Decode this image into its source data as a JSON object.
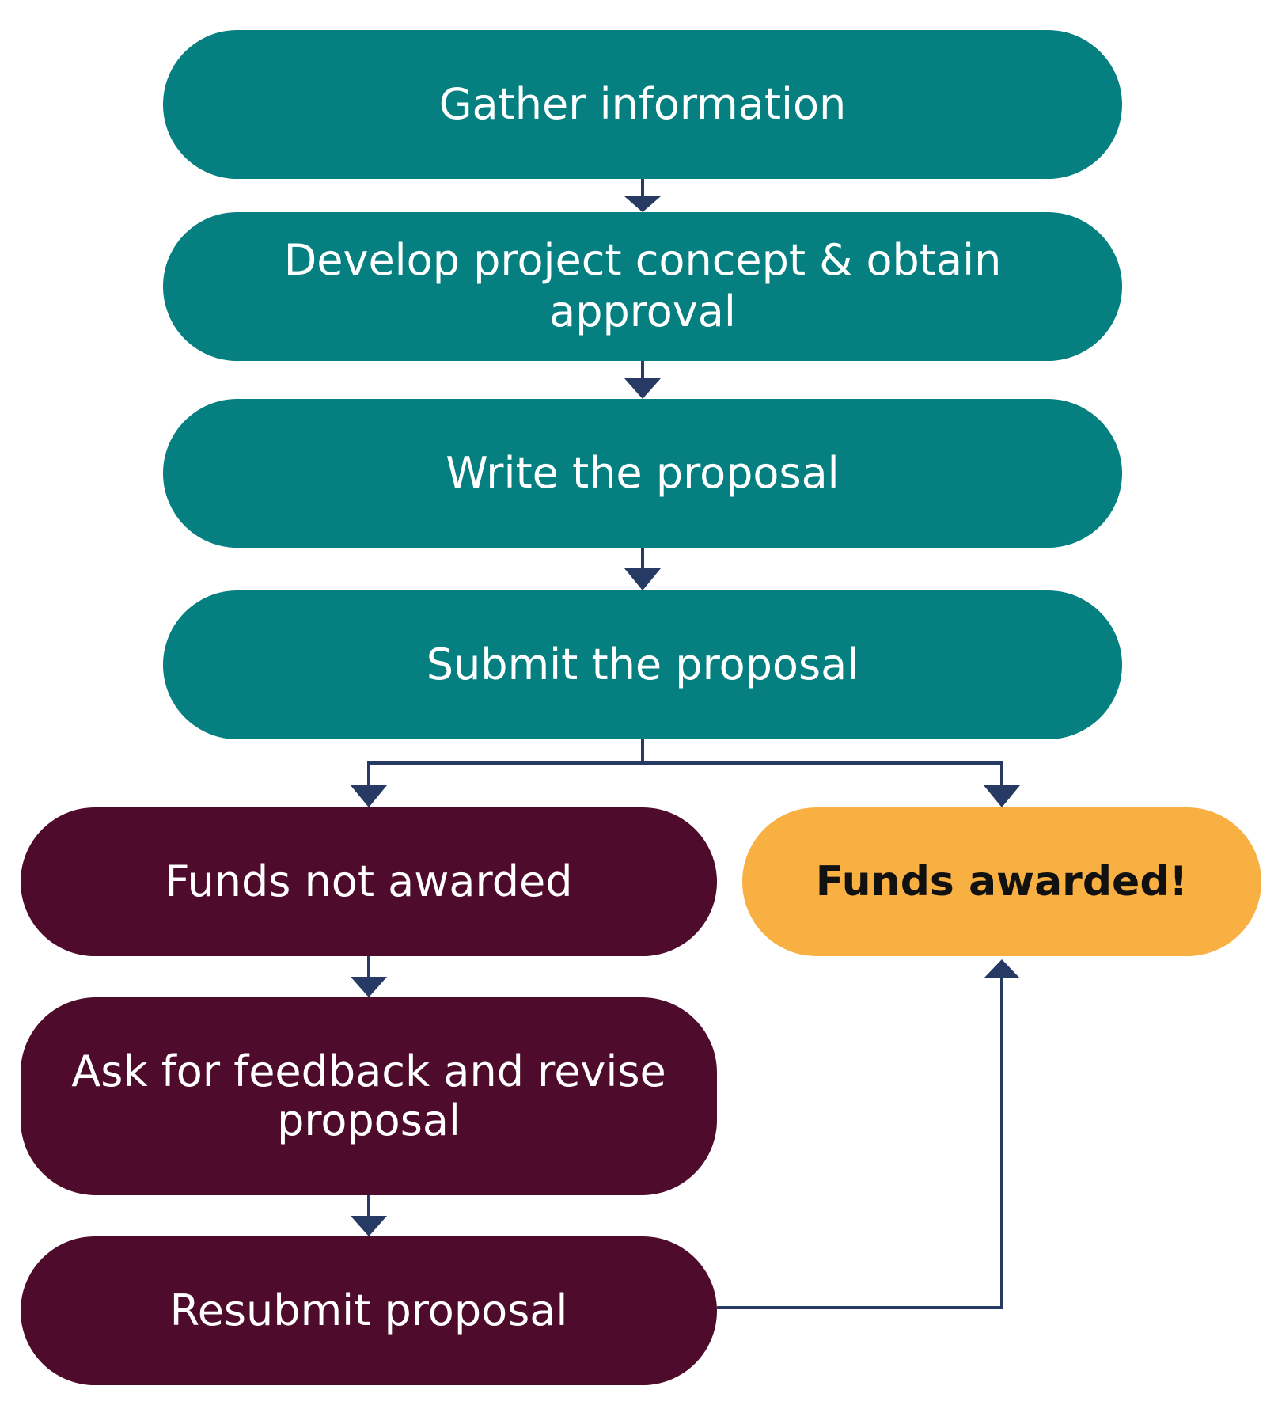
{
  "colors": {
    "primary_step": "#057f80",
    "not_awarded_path": "#4f0b2c",
    "awarded": "#f8b043",
    "connector": "#273a63"
  },
  "nodes": {
    "gather": "Gather information",
    "develop": "Develop project concept & obtain approval",
    "write": "Write the proposal",
    "submit": "Submit the proposal",
    "not_awarded": "Funds not awarded",
    "feedback": "Ask for feedback and revise proposal",
    "resubmit": "Resubmit proposal",
    "awarded": "Funds awarded!"
  },
  "edges": [
    {
      "from": "gather",
      "to": "develop"
    },
    {
      "from": "develop",
      "to": "write"
    },
    {
      "from": "write",
      "to": "submit"
    },
    {
      "from": "submit",
      "to": "not_awarded"
    },
    {
      "from": "submit",
      "to": "awarded"
    },
    {
      "from": "not_awarded",
      "to": "feedback"
    },
    {
      "from": "feedback",
      "to": "resubmit"
    },
    {
      "from": "resubmit",
      "to": "awarded"
    }
  ]
}
